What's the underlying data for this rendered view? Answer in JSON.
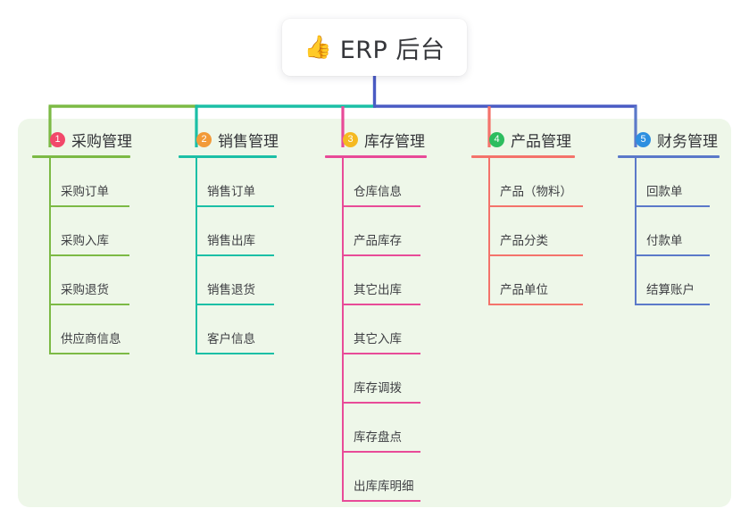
{
  "diagram": {
    "type": "mind-map",
    "title": "ERP 后台",
    "root": {
      "label": "ERP 后台",
      "emoji": "👍",
      "emoji_name": "thumbs-up-emoji"
    },
    "panel_color": "#eef7e9",
    "stem_color": "#4a5bc4",
    "branches": [
      {
        "number": "1",
        "label": "采购管理",
        "badge_color": "#f2486a",
        "line_color": "#7cba45",
        "items": [
          "采购订单",
          "采购入库",
          "采购退货",
          "供应商信息"
        ]
      },
      {
        "number": "2",
        "label": "销售管理",
        "badge_color": "#f29a38",
        "line_color": "#1bbfa6",
        "items": [
          "销售订单",
          "销售出库",
          "销售退货",
          "客户信息"
        ]
      },
      {
        "number": "3",
        "label": "库存管理",
        "badge_color": "#f5b921",
        "line_color": "#e84b98",
        "items": [
          "仓库信息",
          "产品库存",
          "其它出库",
          "其它入库",
          "库存调拨",
          "库存盘点",
          "出库库明细"
        ]
      },
      {
        "number": "4",
        "label": "产品管理",
        "badge_color": "#2dbd5f",
        "line_color": "#f4736b",
        "items": [
          "产品（物料）",
          "产品分类",
          "产品单位"
        ]
      },
      {
        "number": "5",
        "label": "财务管理",
        "badge_color": "#2d8fe0",
        "line_color": "#5b79c9",
        "items": [
          "回款单",
          "付款单",
          "结算账户"
        ]
      }
    ]
  }
}
